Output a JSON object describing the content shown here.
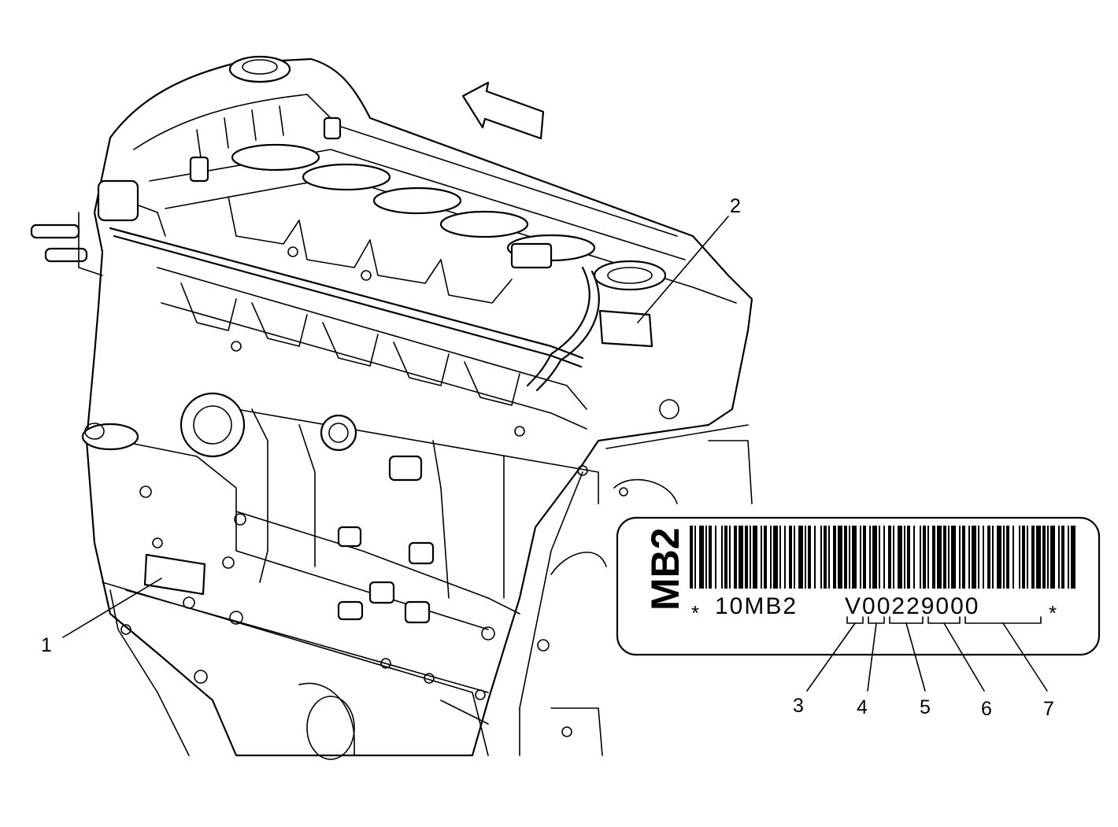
{
  "callouts": [
    {
      "id": "1",
      "label": "1"
    },
    {
      "id": "2",
      "label": "2"
    },
    {
      "id": "3",
      "label": "3"
    },
    {
      "id": "4",
      "label": "4"
    },
    {
      "id": "5",
      "label": "5"
    },
    {
      "id": "6",
      "label": "6"
    },
    {
      "id": "7",
      "label": "7"
    }
  ],
  "label": {
    "title": "MB2",
    "star_left": "*",
    "star_right": "*",
    "code_prefix": "10MB2",
    "code_serial": "V00229000"
  },
  "icons": {
    "direction_arrow": "front-direction-arrow-icon",
    "barcode": "barcode-icon"
  },
  "colors": {
    "line": "#000000",
    "background": "#ffffff"
  }
}
